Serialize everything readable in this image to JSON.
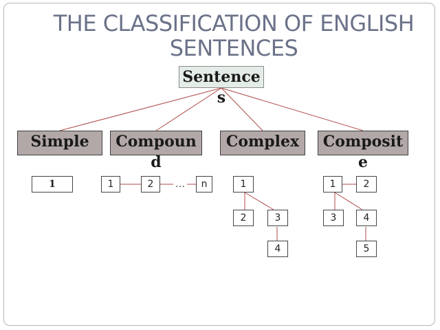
{
  "title": "THE CLASSIFICATION OF ENGLISH SENTENCES",
  "root": "Sentences",
  "categories": [
    "Simple",
    "Compound",
    "Complex",
    "Composite"
  ],
  "nodes": {
    "simple": [
      "1"
    ],
    "compound": [
      "1",
      "2",
      "…",
      "n"
    ],
    "complex": [
      "1",
      "2",
      "3",
      "4"
    ],
    "composite": [
      "1",
      "2",
      "3",
      "4",
      "5"
    ]
  },
  "colors": {
    "title": "#6b7289",
    "root_fill": "#e4ece7",
    "category_fill": "#b2a8a7",
    "connector": "#b04a4a"
  }
}
